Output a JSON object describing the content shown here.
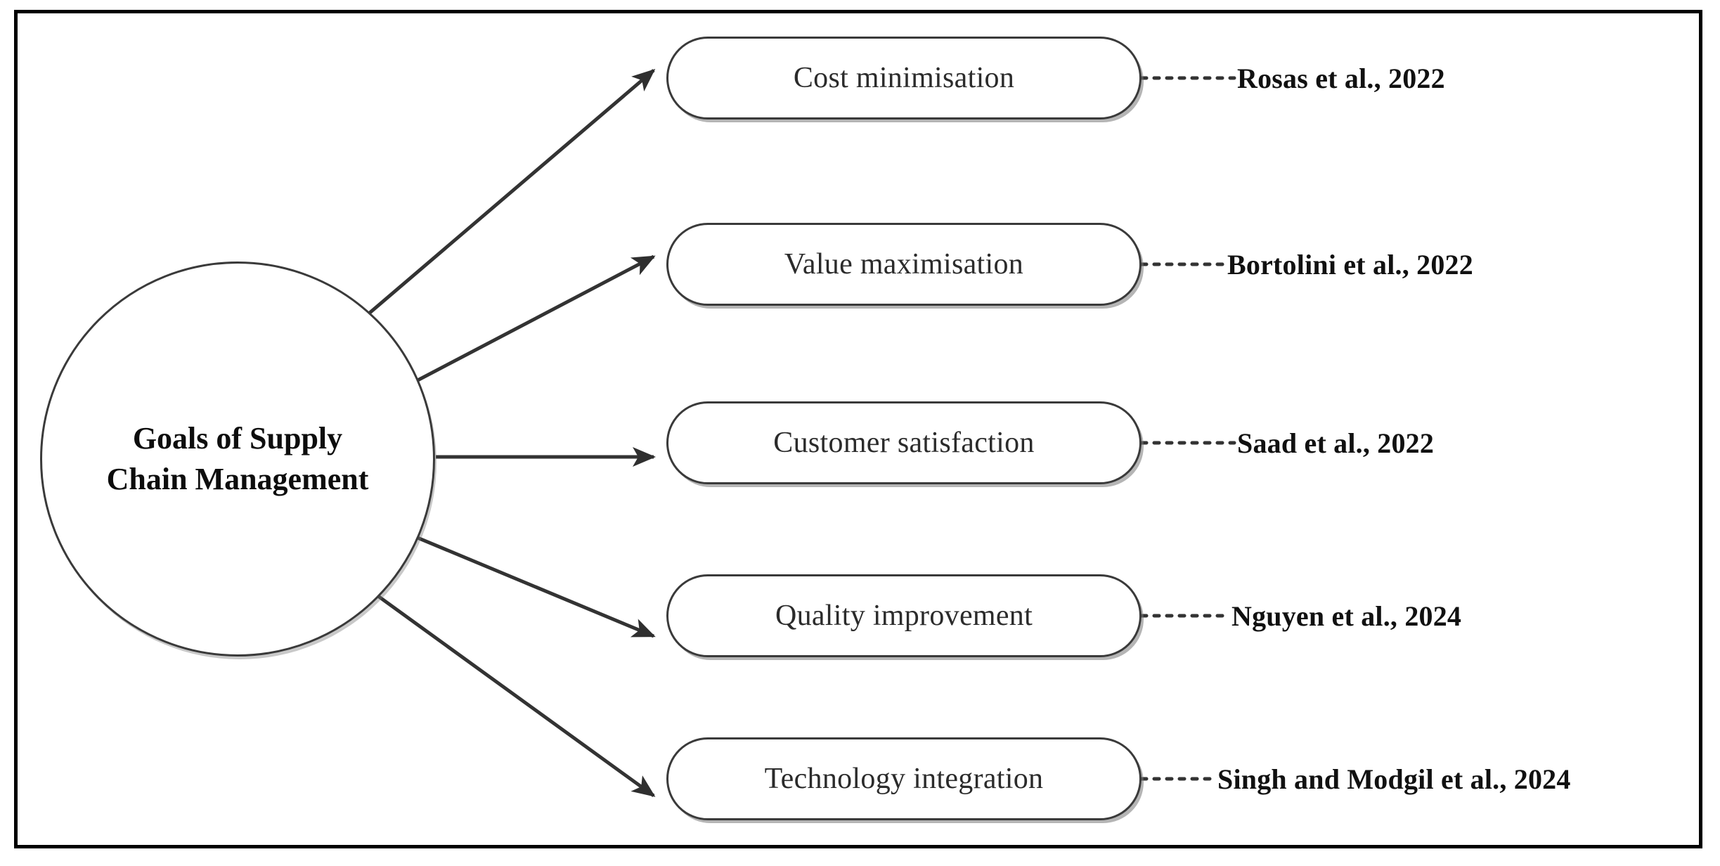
{
  "figure": {
    "title": "Goals of Supply Chain Management",
    "center_node": {
      "line1": "Goals of Supply",
      "line2": "Chain Management"
    },
    "colors": {
      "border": "#000000",
      "node_stroke": "#3a3a3a",
      "node_fill": "#ffffff",
      "text": "#2b2b2b",
      "citation_text": "#111111",
      "connector": "#333333"
    },
    "goals": [
      {
        "label": "Cost minimisation",
        "citation": "Rosas et al., 2022"
      },
      {
        "label": "Value maximisation",
        "citation": "Bortolini et al., 2022"
      },
      {
        "label": "Customer satisfaction",
        "citation": "Saad et al., 2022"
      },
      {
        "label": "Quality improvement",
        "citation": "Nguyen et al., 2024"
      },
      {
        "label": "Technology integration",
        "citation": "Singh and Modgil et al., 2024"
      }
    ]
  }
}
